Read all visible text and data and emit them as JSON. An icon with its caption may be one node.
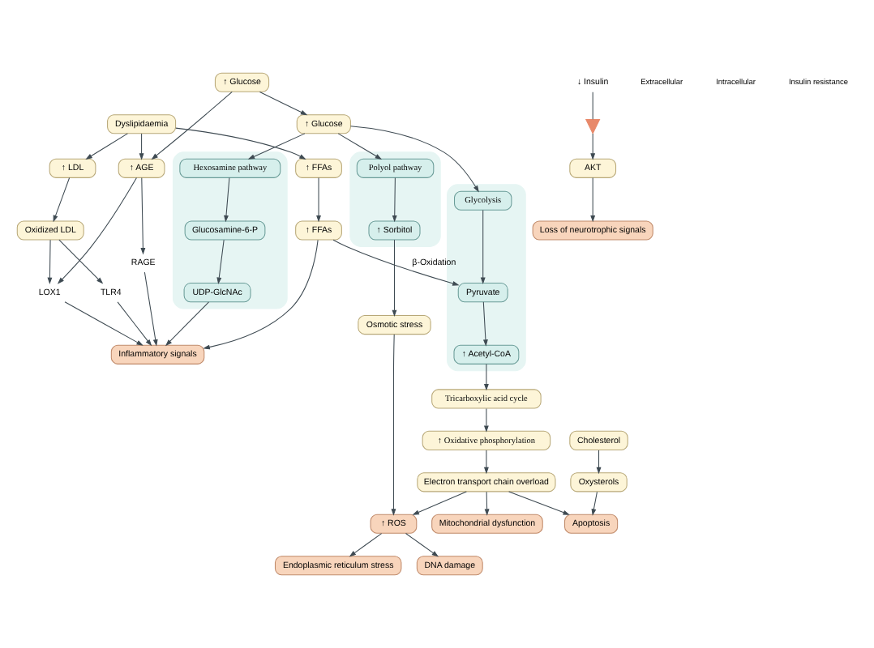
{
  "diagram": {
    "nodes": [
      {
        "text": [
          "↑ Glucose"
        ]
      },
      {
        "text": [
          "Dyslipidaemia"
        ]
      },
      {
        "text": [
          "↑ LDL"
        ]
      },
      {
        "text": [
          "↑ FFAs"
        ]
      },
      {
        "text": [
          "↓ Insulin"
        ]
      },
      {
        "text": [
          "↑ AGE"
        ]
      },
      {
        "text": [
          "Oxidized LDL"
        ]
      },
      {
        "text": [],
        "shape": "receptor"
      },
      {
        "text": [
          "RAGE"
        ]
      },
      {
        "text": [
          "LOX1"
        ]
      },
      {
        "text": [
          "TLR4"
        ]
      },
      {
        "text": [
          "↑ Glucose"
        ]
      },
      {
        "text": [
          "AKT"
        ]
      },
      {
        "text": [
          "Loss of neurotrophic signals"
        ]
      },
      {
        "text": [],
        "shape": "box"
      },
      {
        "text": [
          "Polyol pathway"
        ],
        "in": 14
      },
      {
        "text": [
          "↑ Sorbitol"
        ],
        "in": 14
      },
      {
        "text": [],
        "shape": "box"
      },
      {
        "text": [
          "Hexosamine pathway"
        ],
        "in": 17
      },
      {
        "text": [
          "Glucosamine-6-P"
        ],
        "in": 17
      },
      {
        "text": [
          "UDP-GlcNAc"
        ],
        "in": 17
      },
      {
        "text": [],
        "shape": "box"
      },
      {
        "text": [
          "Glycolysis"
        ],
        "in": 21
      },
      {
        "text": [
          "Pyruvate"
        ],
        "in": 21
      },
      {
        "text": [
          "↑ Acetyl-CoA"
        ],
        "in": 21
      },
      {
        "text": [
          "↑ FFAs"
        ]
      },
      {
        "text": [
          "Osmotic stress"
        ]
      },
      {
        "text": [
          "Inflammatory signals"
        ]
      },
      {
        "text": [
          "↑ ROS"
        ]
      },
      {
        "text": [
          "Tricarboxylic acid cycle"
        ]
      },
      {
        "text": [
          "↑ Oxidative phosphorylation"
        ]
      },
      {
        "text": [
          "Cholesterol"
        ]
      },
      {
        "text": [
          "Electron transport chain overload"
        ]
      },
      {
        "text": [
          "Oxysterols"
        ]
      },
      {
        "text": [
          "Endoplasmic reticulum stress"
        ]
      },
      {
        "text": [
          "DNA damage"
        ]
      },
      {
        "text": [
          "Mitochondrial dysfunction"
        ]
      },
      {
        "text": [
          "Apoptosis"
        ]
      }
    ],
    "edges": [
      {
        "from": 0,
        "to": 11,
        "arrow": "to"
      },
      {
        "from": 0,
        "to": 5,
        "arrow": "to"
      },
      {
        "from": 1,
        "to": 5,
        "arrow": "to"
      },
      {
        "from": 1,
        "to": 2,
        "arrow": "to"
      },
      {
        "from": 1,
        "to": 3,
        "arrow": "to"
      },
      {
        "from": 2,
        "to": 6,
        "arrow": "to"
      },
      {
        "from": 5,
        "to": 8,
        "arrow": "to"
      },
      {
        "from": 5,
        "to": 9,
        "arrow": "to"
      },
      {
        "from": 6,
        "to": 9,
        "arrow": "to"
      },
      {
        "from": 6,
        "to": 10,
        "arrow": "to"
      },
      {
        "from": 4,
        "to": 7,
        "arrow": "none"
      },
      {
        "from": 7,
        "to": 12,
        "arrow": "to"
      },
      {
        "from": 12,
        "to": 13,
        "arrow": "to"
      },
      {
        "from": 3,
        "to": 25,
        "arrow": "to"
      },
      {
        "from": 11,
        "to": 15,
        "arrow": "to"
      },
      {
        "from": 11,
        "to": 18,
        "arrow": "to"
      },
      {
        "from": 11,
        "to": 22,
        "arrow": "to"
      },
      {
        "from": 15,
        "to": 16,
        "arrow": "to"
      },
      {
        "from": 18,
        "to": 19,
        "arrow": "to"
      },
      {
        "from": 19,
        "to": 20,
        "arrow": "to"
      },
      {
        "from": 22,
        "to": 23,
        "arrow": "to"
      },
      {
        "from": 23,
        "to": 24,
        "arrow": "to"
      },
      {
        "from": 16,
        "to": 26,
        "arrow": "to"
      },
      {
        "from": 25,
        "to": 23,
        "label": "β-Oxidation",
        "arrow": "to"
      },
      {
        "from": 8,
        "to": 27,
        "arrow": "to"
      },
      {
        "from": 9,
        "to": 27,
        "arrow": "to"
      },
      {
        "from": 10,
        "to": 27,
        "arrow": "to"
      },
      {
        "from": 20,
        "to": 27,
        "arrow": "to"
      },
      {
        "from": 25,
        "to": 27,
        "arrow": "to"
      },
      {
        "from": 24,
        "to": 29,
        "arrow": "to"
      },
      {
        "from": 26,
        "to": 28,
        "arrow": "to"
      },
      {
        "from": 29,
        "to": 30,
        "arrow": "to"
      },
      {
        "from": 30,
        "to": 32,
        "arrow": "to"
      },
      {
        "from": 32,
        "to": 36,
        "arrow": "to"
      },
      {
        "from": 32,
        "to": 28,
        "arrow": "to"
      },
      {
        "from": 32,
        "to": 37,
        "arrow": "to"
      },
      {
        "from": 31,
        "to": 33,
        "arrow": "to"
      },
      {
        "from": 33,
        "to": 37,
        "arrow": "to"
      },
      {
        "from": 28,
        "to": 34,
        "arrow": "to"
      },
      {
        "from": 28,
        "to": 35,
        "arrow": "to"
      }
    ],
    "labels": [
      "Extracellular",
      "Intracellular",
      "Insulin resistance"
    ]
  }
}
